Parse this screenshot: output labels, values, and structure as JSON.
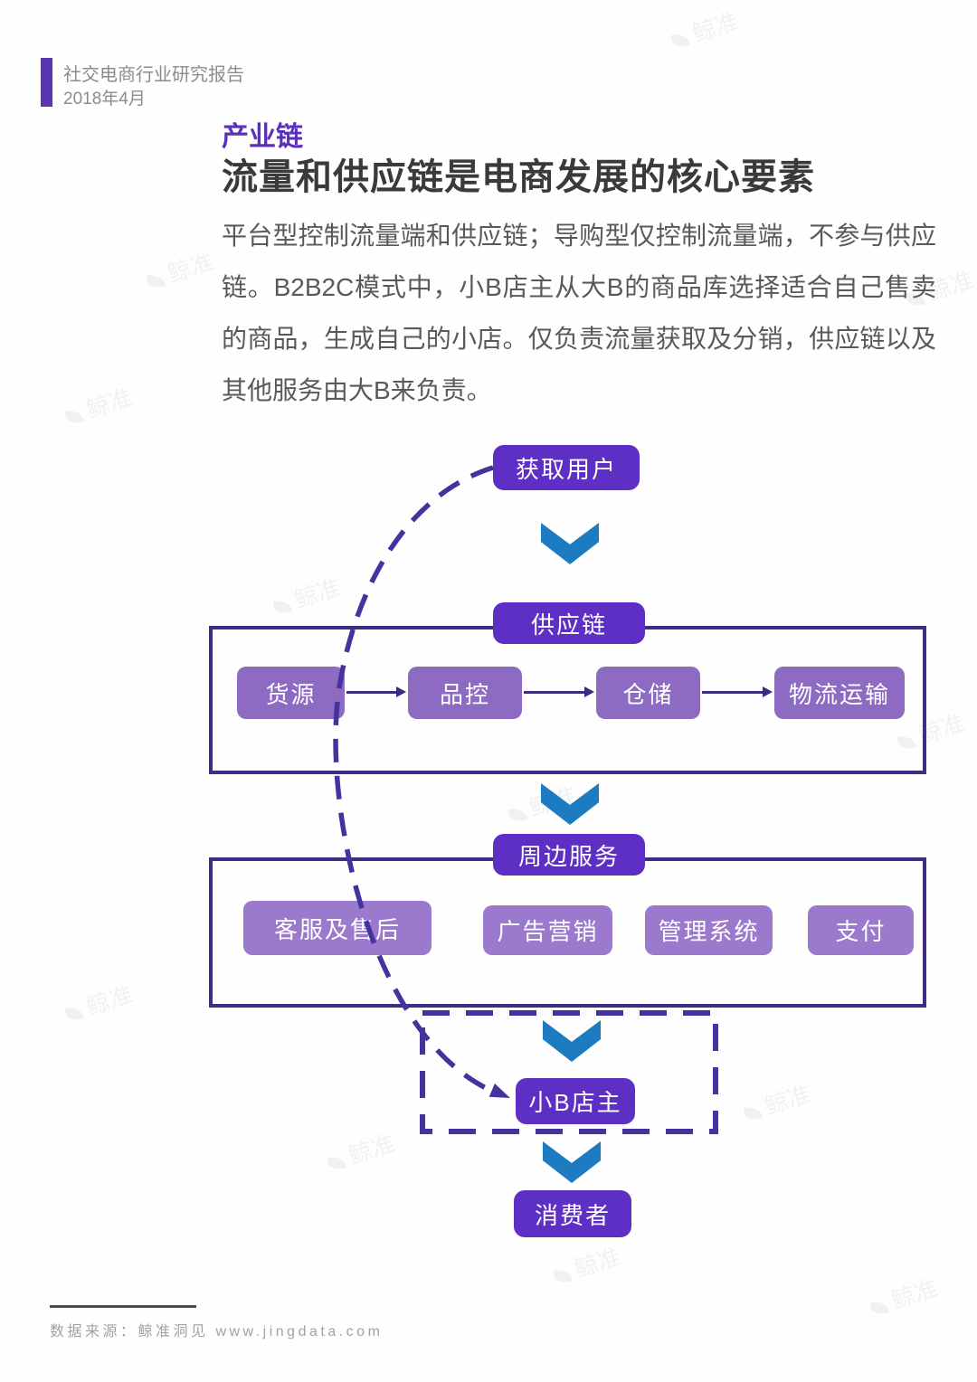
{
  "page": {
    "report_title": "社交电商行业研究报告",
    "report_date": "2018年4月",
    "section_kicker": "产业链",
    "title": "流量和供应链是电商发展的核心要素",
    "body": "平台型控制流量端和供应链；导购型仅控制流量端，不参与供应链。B2B2C模式中，小B店主从大B的商品库选择适合自己售卖的商品，生成自己的小店。仅负责流量获取及分销，供应链以及其他服务由大B来负责。",
    "source": "数据来源：鲸准洞见 www.jingdata.com",
    "watermark_text": "鲸准"
  },
  "diagram": {
    "nodes": {
      "acquire_users": "获取用户",
      "supply_chain": "供应链",
      "peripheral_services": "周边服务",
      "small_b_shopkeeper": "小B店主",
      "consumer": "消费者"
    },
    "supply_chain_steps": [
      "货源",
      "品控",
      "仓储",
      "物流运输"
    ],
    "peripheral_items": [
      "客服及售后",
      "广告营销",
      "管理系统",
      "支付"
    ],
    "colors": {
      "primary_purple": "#5e2fc4",
      "mid_purple": "#8d6bc3",
      "light_purple": "#9b79cd",
      "outline_indigo": "#3e2d83",
      "dashed_indigo": "#43339e",
      "chevron_blue": "#1d7cc1",
      "accent_bar_purple": "#5b35b2"
    }
  }
}
